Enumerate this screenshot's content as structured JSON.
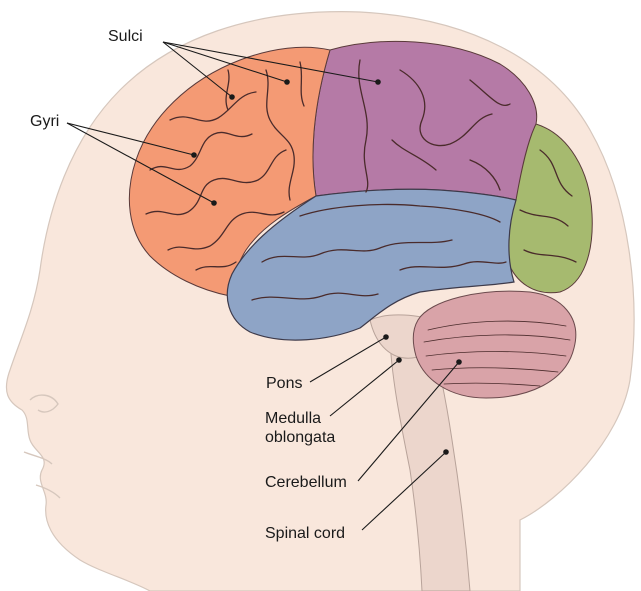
{
  "labels": {
    "sulci": "Sulci",
    "gyri": "Gyri",
    "pons": "Pons",
    "medulla_line1": "Medulla",
    "medulla_line2": "oblongata",
    "cerebellum": "Cerebellum",
    "spinal_cord": "Spinal cord"
  },
  "colors": {
    "skin": "#f9e7dc",
    "skin_outline": "#d6c7bd",
    "frontal_lobe": "#f49a74",
    "parietal_lobe": "#b57aa6",
    "temporal_lobe": "#8ea4c6",
    "occipital_lobe": "#a6ba6f",
    "cerebellum": "#d9a3a8",
    "brainstem": "#ecd6cc",
    "fold_line": "#4a2b2b"
  }
}
